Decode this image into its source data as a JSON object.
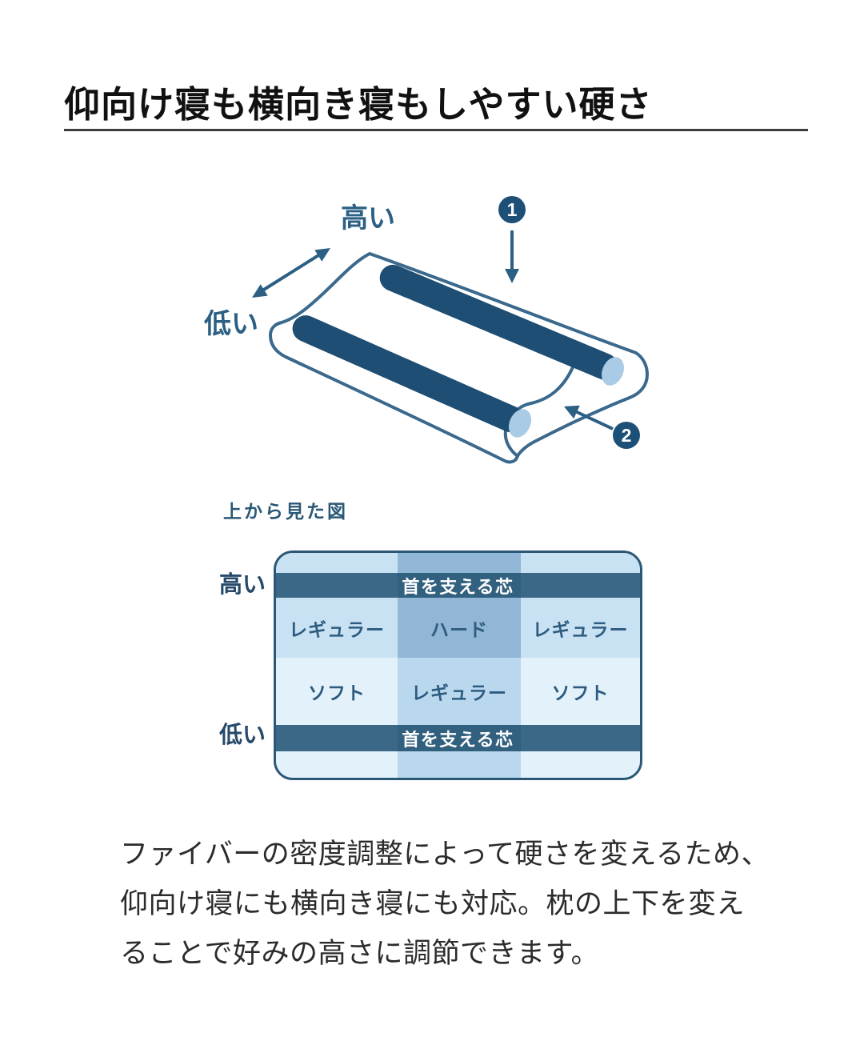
{
  "title": "仰向け寝も横向き寝もしやすい硬さ",
  "pillow_diagram": {
    "label_high": "高い",
    "label_low": "低い",
    "marker1": "1",
    "marker2": "2"
  },
  "top_view": {
    "caption": "上から見た図",
    "label_high": "高い",
    "label_low": "低い",
    "core_band_top": "首を支える芯",
    "core_band_bottom": "首を支える芯",
    "row1": [
      "レギュラー",
      "ハード",
      "レギュラー"
    ],
    "row2": [
      "ソフト",
      "レギュラー",
      "ソフト"
    ]
  },
  "description": {
    "line1": "ファイバーの密度調整によって硬さを変えるため、",
    "line2": "仰向け寝にも横向き寝にも対応。枕の上下を変え",
    "line3": "ることで好みの高さに調節できます。"
  },
  "colors": {
    "accent_dark_navy": "#1e4e73",
    "outline_steel_blue": "#3a698d",
    "arrow_blue": "#2b5f84",
    "badge_blue": "#1d5077",
    "band_dark": "#3b6886",
    "band_dark_mid": "#32607f",
    "cell_light_top": "#c9e2f3",
    "cell_mid_top": "#92b6d6",
    "cell_light_bottom": "#e3f1fa",
    "cell_mid_bottom": "#b9d8ed",
    "cap_light_blue": "#a9cbe5",
    "grid_border": "#2b5876"
  }
}
